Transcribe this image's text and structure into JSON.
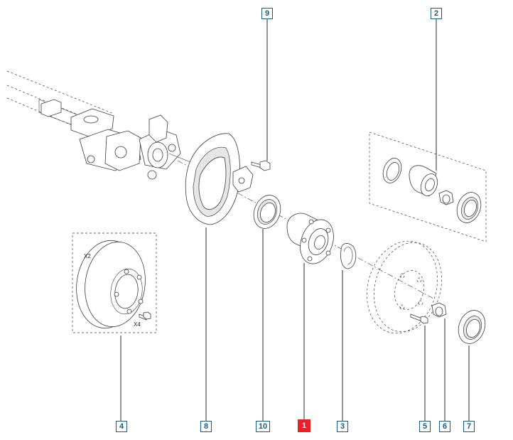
{
  "callouts": [
    {
      "id": "c1",
      "label": "1",
      "active": true
    },
    {
      "id": "c2",
      "label": "2",
      "active": false
    },
    {
      "id": "c3",
      "label": "3",
      "active": false
    },
    {
      "id": "c4",
      "label": "4",
      "active": false
    },
    {
      "id": "c5",
      "label": "5",
      "active": false
    },
    {
      "id": "c6",
      "label": "6",
      "active": false
    },
    {
      "id": "c7",
      "label": "7",
      "active": false
    },
    {
      "id": "c8",
      "label": "8",
      "active": false
    },
    {
      "id": "c9",
      "label": "9",
      "active": false
    },
    {
      "id": "c10",
      "label": "10",
      "active": false
    }
  ],
  "multipliers": {
    "disc_qty": "X2",
    "bolt_qty": "X4"
  },
  "colors": {
    "callout_border": "#1d5a7a",
    "active_callout": "#e8202a",
    "line": "#3a3a3a"
  }
}
